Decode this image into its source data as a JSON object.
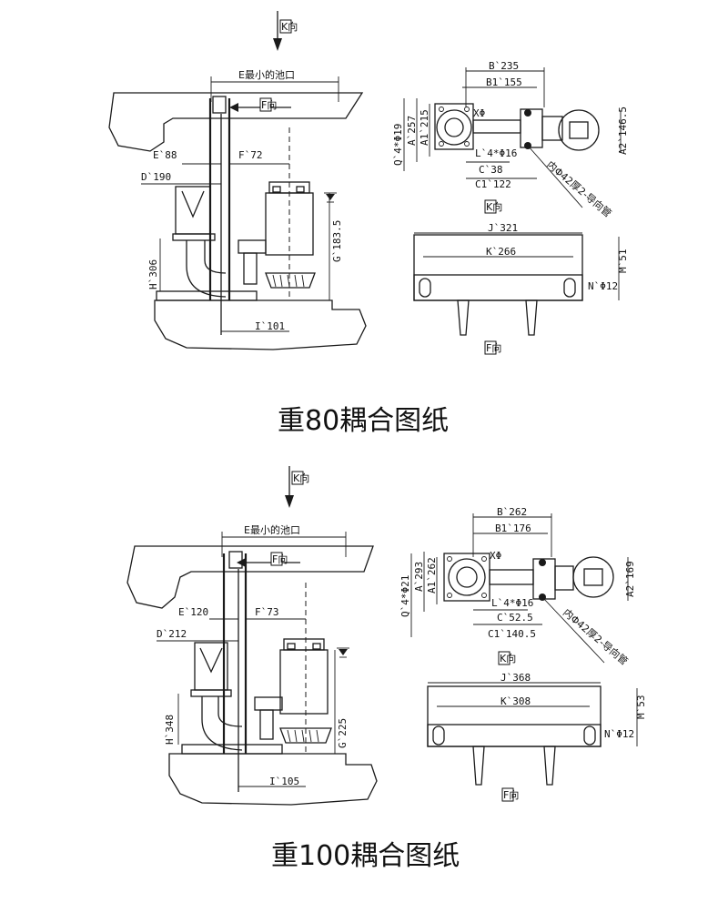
{
  "top": {
    "k_dir": "K向",
    "e_pool": "E最小的池口",
    "f_dir": "F向",
    "e": "E`88",
    "f": "F`72",
    "d": "D`190",
    "h": "H`306",
    "g": "G`183.5",
    "i": "I`101",
    "b": "B`235",
    "b1": "B1`155",
    "q": "Q`4*Φ19",
    "a": "A`257",
    "a1": "A1`215",
    "x": "XΦ",
    "l": "L`4*Φ16",
    "c": "C`38",
    "c1": "C1`122",
    "a2": "A2`146.5",
    "pipe": "内Φ42厚2-导向管",
    "k_view": "K向",
    "j": "J`321",
    "k": "K`266",
    "m": "M`51",
    "n": "N`Φ12",
    "f_view": "F向",
    "caption": "重80耦合图纸"
  },
  "bottom": {
    "k_dir": "K向",
    "e_pool": "E最小的池口",
    "f_dir": "F向",
    "e": "E`120",
    "f": "F`73",
    "d": "D`212",
    "h": "H`348",
    "g": "G`225",
    "i": "I`105",
    "b": "B`262",
    "b1": "B1`176",
    "q": "Q`4*Φ21",
    "a": "A`293",
    "a1": "A1`262",
    "x": "XΦ",
    "l": "L`4*Φ16",
    "c": "C`52.5",
    "c1": "C1`140.5",
    "a2": "A2`169",
    "pipe": "内Φ42厚2-导向管",
    "k_view": "K向",
    "j": "J`368",
    "k": "K`308",
    "m": "M`53",
    "n": "N`Φ12",
    "f_view": "F向",
    "caption": "重100耦合图纸"
  }
}
